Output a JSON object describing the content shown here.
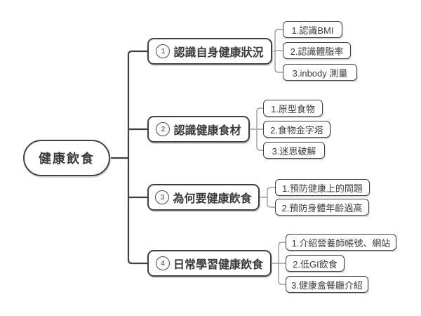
{
  "root": {
    "label": "健康飲食"
  },
  "branches": [
    {
      "num": "1",
      "label": "認識自身健康狀況",
      "children": [
        "1.認識BMI",
        "2.認識體脂率",
        "3.inbody 測量"
      ]
    },
    {
      "num": "2",
      "label": "認識健康食材",
      "children": [
        "1.原型食物",
        "2.食物金字塔",
        "3.迷思破解"
      ]
    },
    {
      "num": "3",
      "label": "為何要健康飲食",
      "children": [
        "1.預防健康上的問題",
        "2.預防身體年齡過高"
      ]
    },
    {
      "num": "4",
      "label": "日常學習健康飲食",
      "children": [
        "1.介紹營養師帳號、網站",
        "2.低GI飲食",
        "3.健康盒餐廳介紹"
      ]
    }
  ],
  "colors": {
    "main_line": "#404040",
    "sub_line": "#9c9c9c",
    "box_border": "#404040",
    "text": "#3a3a3a",
    "background": "#ffffff"
  }
}
